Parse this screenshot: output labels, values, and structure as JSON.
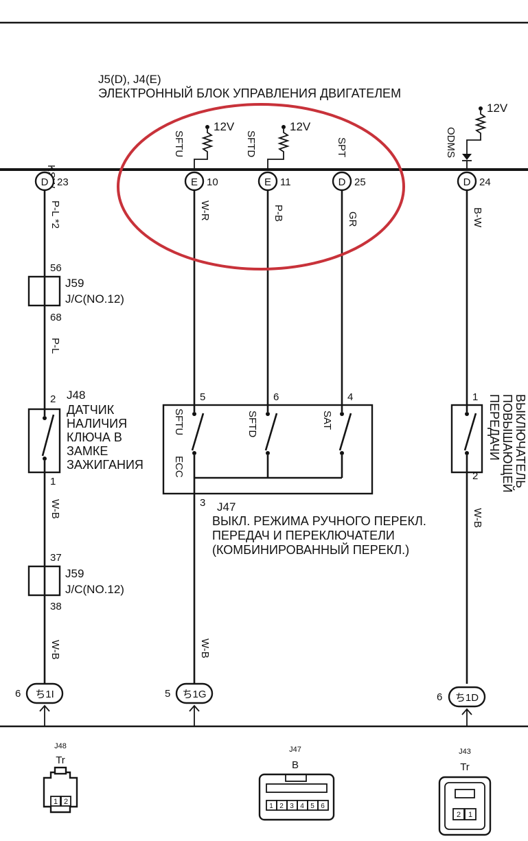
{
  "header": {
    "connector_ref": "J5(D), J4(E)",
    "title": "ЭЛЕКТРОННЫЙ БЛОК УПРАВЛЕНИЯ ДВИГАТЕЛЕМ"
  },
  "ecu": {
    "voltage": "12V",
    "terminals": [
      {
        "name": "KSW",
        "connector": "D",
        "pin": "23",
        "wire": "P-L *2"
      },
      {
        "name": "SFTU",
        "connector": "E",
        "pin": "10",
        "wire": "W-R"
      },
      {
        "name": "SFTD",
        "connector": "E",
        "pin": "11",
        "wire": "P-B"
      },
      {
        "name": "SPT",
        "connector": "D",
        "pin": "25",
        "wire": "GR"
      },
      {
        "name": "ODMS",
        "connector": "D",
        "pin": "24",
        "wire": "B-W"
      }
    ]
  },
  "junction_top": {
    "id": "J59",
    "label": "J/C(NO.12)",
    "pin_in": "56",
    "pin_out": "68",
    "wire_below": "P-L"
  },
  "key_sensor": {
    "id": "J48",
    "label_lines": [
      "ДАТЧИК",
      "НАЛИЧИЯ",
      "КЛЮЧА В",
      "ЗАМКЕ",
      "ЗАЖИГАНИЯ"
    ],
    "pin_top": "2",
    "pin_bottom": "1",
    "wire_below": "W-B"
  },
  "junction_bottom": {
    "id": "J59",
    "label": "J/C(NO.12)",
    "pin_in": "37",
    "pin_out": "38",
    "wire_below": "W-B"
  },
  "combo_switch": {
    "id": "J47",
    "label_lines": [
      "ВЫКЛ. РЕЖИМА РУЧНОГО ПЕРЕКЛ.",
      "ПЕРЕДАЧ И ПЕРЕКЛЮЧАТЕЛИ",
      "(КОМБИНИРОВАННЫЙ ПЕРЕКЛ.)"
    ],
    "pins": [
      "5",
      "6",
      "4"
    ],
    "pin_common": "3",
    "contacts": [
      "SFTU",
      "SFTD",
      "SAT"
    ],
    "common": "ECC",
    "wire_below": "W-B"
  },
  "overdrive_switch": {
    "label_lines": [
      "ВЫКЛЮЧАТЕЛЬ",
      "ПОВЫШАЮЩЕЙ",
      "ПЕРЕДАЧИ"
    ],
    "pin_top": "1",
    "pin_bottom": "2",
    "wire_below": "W-B"
  },
  "grounds": [
    {
      "pin": "6",
      "label": "ち1I"
    },
    {
      "pin": "5",
      "label": "ち1G"
    },
    {
      "pin": "6",
      "label": "ち1D"
    }
  ],
  "connector_views": [
    {
      "id": "J48",
      "color": "Tr",
      "pins": [
        "1",
        "2"
      ]
    },
    {
      "id": "J47",
      "color": "B",
      "pins": [
        "1",
        "2",
        "3",
        "4",
        "5",
        "6"
      ]
    },
    {
      "id": "J43",
      "color": "Tr",
      "pins": [
        "2",
        "1"
      ]
    }
  ]
}
